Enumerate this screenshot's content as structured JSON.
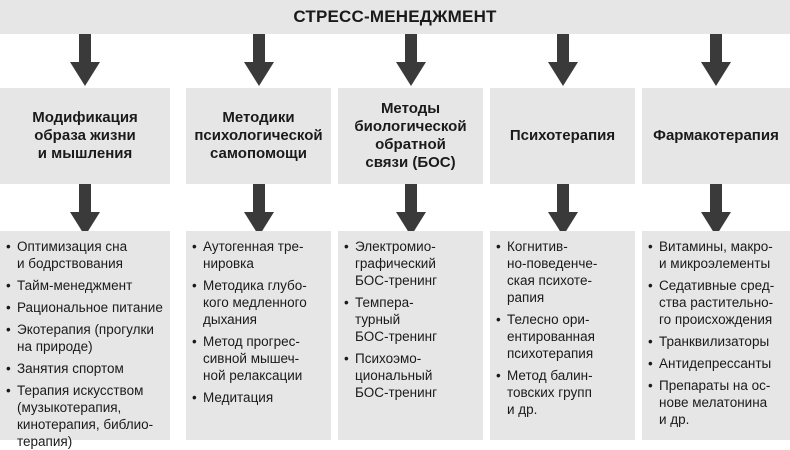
{
  "title": "СТРЕСС-МЕНЕДЖМЕНТ",
  "colors": {
    "box_bg": "#e6e6e6",
    "arrow": "#3a3a3a",
    "text": "#1a1a1a"
  },
  "bullet_char": "•",
  "columns": [
    {
      "heading": "Модификация\nобраза жизни\nи мышления",
      "items": [
        "Оптимизация сна\nи бодрствования",
        "Тайм-менеджмент",
        "Рациональное питание",
        "Экотерапия (прогулки\nна природе)",
        "Занятия спортом",
        "Терапия искусством\n(музыкотерапия,\nкинотерапия, библио-\nтерапия)"
      ]
    },
    {
      "heading": "Методики\nпсихологической\nсамопомощи",
      "items": [
        "Аутогенная тре-\nнировка",
        "Методика глубо-\nкого медленного\nдыхания",
        "Метод прогрес-\nсивной мышеч-\nной релаксации",
        "Медитация"
      ]
    },
    {
      "heading": "Методы\nбиологической\nобратной\nсвязи (БОС)",
      "items": [
        "Электромио-\nграфический\nБОС-тренинг",
        "Темпера-\nтурный\nБОС-тренинг",
        "Психоэмо-\nциональный\nБОС-тренинг"
      ]
    },
    {
      "heading": "Психотерапия",
      "items": [
        "Когнитив-\nно-поведенче-\nская психоте-\nрапия",
        "Телесно ори-\nентированная\nпсихотерапия",
        "Метод балин-\nтовских групп\nи др."
      ]
    },
    {
      "heading": "Фармакотерапия",
      "items": [
        "Витамины, макро-\nи микроэлементы",
        "Седативные сред-\nства растительно-\nго происхождения",
        "Транквилизаторы",
        "Антидепрессанты",
        "Препараты на ос-\nнове мелатонина\nи др."
      ]
    }
  ]
}
